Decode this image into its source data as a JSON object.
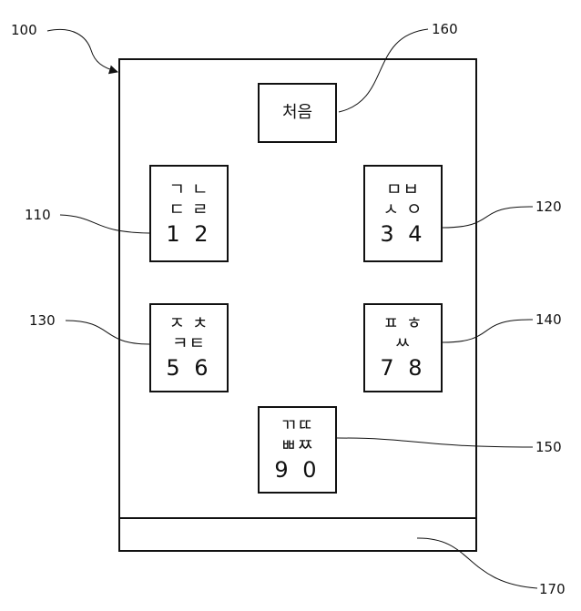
{
  "references": {
    "device": "100",
    "key_a": "110",
    "key_b": "120",
    "key_c": "130",
    "key_d": "140",
    "key_e": "150",
    "start_key": "160",
    "bottom_area": "170"
  },
  "keys": {
    "start": {
      "label": "처음"
    },
    "key_a": {
      "row1": "ㄱ ㄴ",
      "row2": "ㄷ ㄹ",
      "digits": "1 2"
    },
    "key_b": {
      "row1": "ㅁㅂ",
      "row2": "ㅅ ㅇ",
      "digits": "3 4"
    },
    "key_c": {
      "row1": "ㅈ ㅊ",
      "row2": "ㅋㅌ",
      "digits": "5 6"
    },
    "key_d": {
      "row1": "ㅍ ㅎ",
      "row2": "ㅆ",
      "digits": "7 8"
    },
    "key_e": {
      "row1": "ㄲㄸ",
      "row2": "ㅃㅉ",
      "digits": "9 0"
    }
  }
}
